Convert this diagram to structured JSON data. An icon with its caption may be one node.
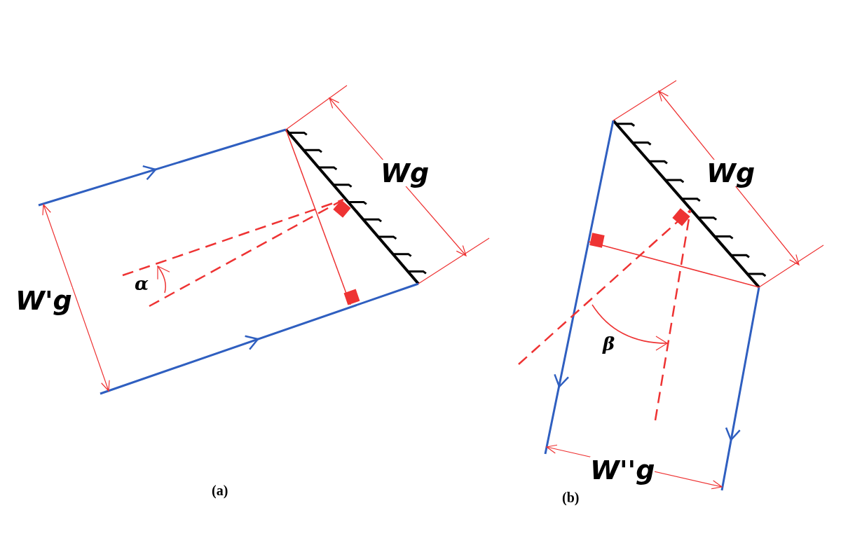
{
  "diagram": {
    "labels": [
      "Wg",
      "W'g",
      "α",
      "(a)",
      "Wg",
      "β",
      "W''g",
      "(b)"
    ]
  }
}
